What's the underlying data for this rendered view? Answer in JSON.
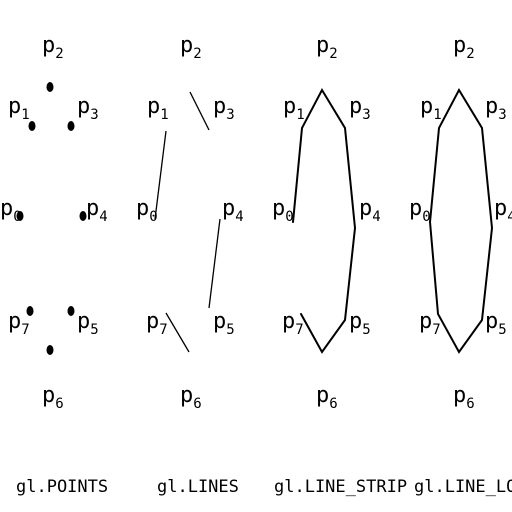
{
  "vertex_labels": [
    "p0",
    "p1",
    "p2",
    "p3",
    "p4",
    "p5",
    "p6",
    "p7"
  ],
  "vertex_letter": "p",
  "vertex_indices": [
    "0",
    "1",
    "2",
    "3",
    "4",
    "5",
    "6",
    "7"
  ],
  "panels": [
    {
      "caption": "gl.POINTS",
      "mode": "points"
    },
    {
      "caption": "gl.LINES",
      "mode": "lines"
    },
    {
      "caption": "gl.LINE_STRIP",
      "mode": "line_strip"
    },
    {
      "caption": "gl.LINE_LOOP",
      "mode": "line_loop"
    }
  ]
}
